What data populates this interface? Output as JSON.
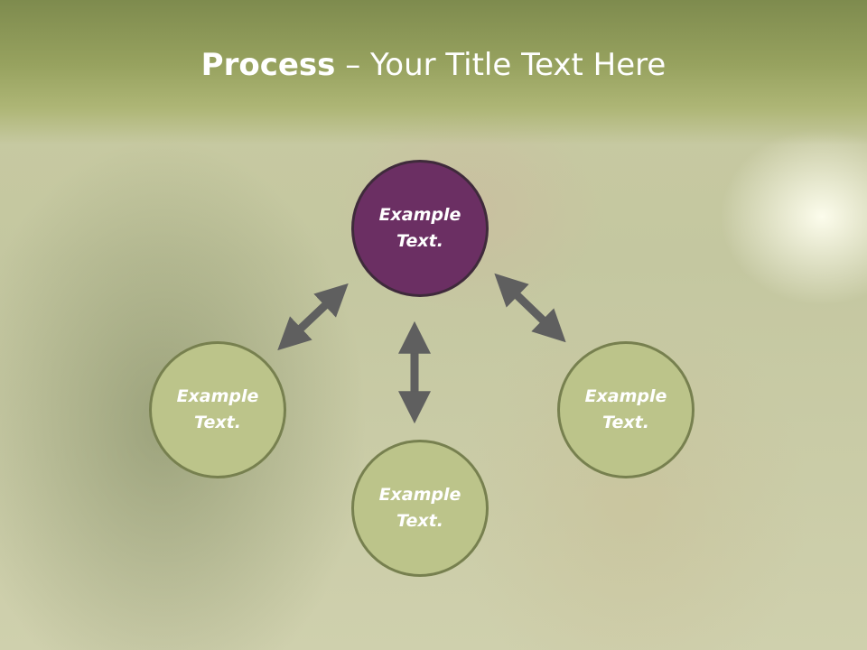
{
  "title": {
    "bold": "Process",
    "dash": " – ",
    "rest": "Your Title Text Here"
  },
  "nodes": [
    {
      "line1": "Example",
      "line2": "Text.",
      "color": "#6b2f63"
    },
    {
      "line1": "Example",
      "line2": "Text.",
      "color": "#bcc48a"
    },
    {
      "line1": "Example",
      "line2": "Text.",
      "color": "#bcc48a"
    },
    {
      "line1": "Example",
      "line2": "Text.",
      "color": "#bcc48a"
    }
  ],
  "colors": {
    "title_bar": "#97a25f",
    "arrow": "#5f5f5f",
    "node_border": "#77804f"
  }
}
